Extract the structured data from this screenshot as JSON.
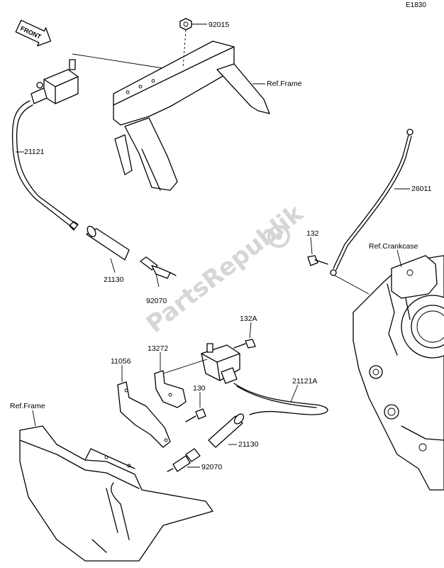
{
  "diagram_code": "E1830",
  "front_label": "FRONT",
  "watermark": "PartsRepublik",
  "parts": {
    "p92015": "92015",
    "ref_frame_top": "Ref.Frame",
    "p21121": "21121",
    "p21130_top": "21130",
    "p92070_top": "92070",
    "p26011": "26011",
    "p132": "132",
    "ref_crankcase": "Ref.Crankcase",
    "p132a": "132A",
    "p13272": "13272",
    "p11056": "11056",
    "p21121a": "21121A",
    "p130": "130",
    "ref_frame_bottom": "Ref.Frame",
    "p21130_bottom": "21130",
    "p92070_bottom": "92070"
  }
}
